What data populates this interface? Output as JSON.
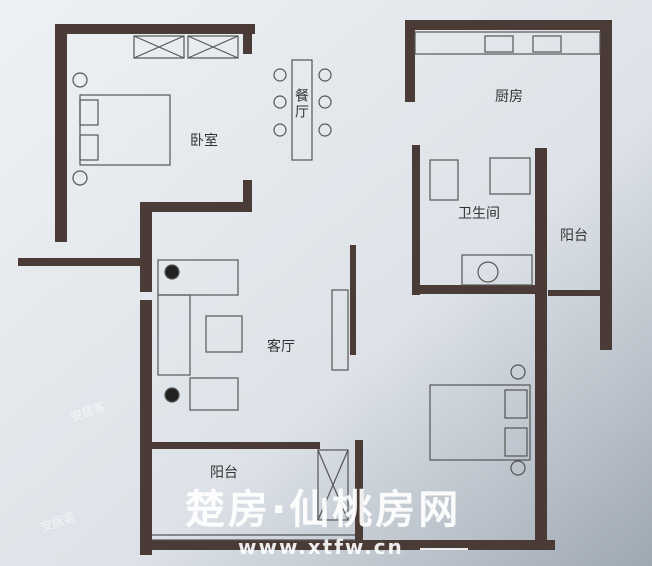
{
  "rooms": {
    "bedroom_1": "卧室",
    "dining": "餐厅",
    "kitchen": "厨房",
    "bathroom": "卫生间",
    "balcony_right": "阳台",
    "living": "客厅",
    "balcony_bottom": "阳台"
  },
  "watermark": {
    "brand": "楚房·仙桃房网",
    "url": "www.xtfw.cn",
    "ghost": "安居客"
  },
  "colors": {
    "wall": "#4a3b37",
    "background": "#dfe4ea"
  }
}
